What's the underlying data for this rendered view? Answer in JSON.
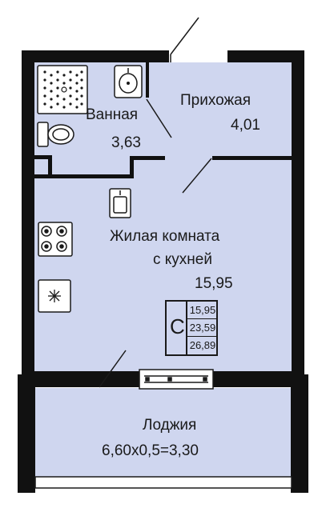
{
  "colors": {
    "floor": "#cfd6ef",
    "wall": "#111111",
    "line": "#1a1a1a"
  },
  "rooms": {
    "bathroom": {
      "name": "Ванная",
      "area": "3,63"
    },
    "hallway": {
      "name": "Прихожая",
      "area": "4,01"
    },
    "living": {
      "name_line1": "Жилая комната",
      "name_line2": "с кухней",
      "area": "15,95"
    },
    "loggia": {
      "name": "Лоджия",
      "formula": "6,60х0,5=3,30"
    }
  },
  "summary": {
    "letter": "С",
    "values": [
      "15,95",
      "23,59",
      "26,89"
    ]
  },
  "icons": [
    "shower-tray-icon",
    "washbasin-icon",
    "toilet-icon",
    "kitchen-sink-icon",
    "stove-icon",
    "refrigerator-icon",
    "window-icon",
    "door-swing-icon"
  ]
}
